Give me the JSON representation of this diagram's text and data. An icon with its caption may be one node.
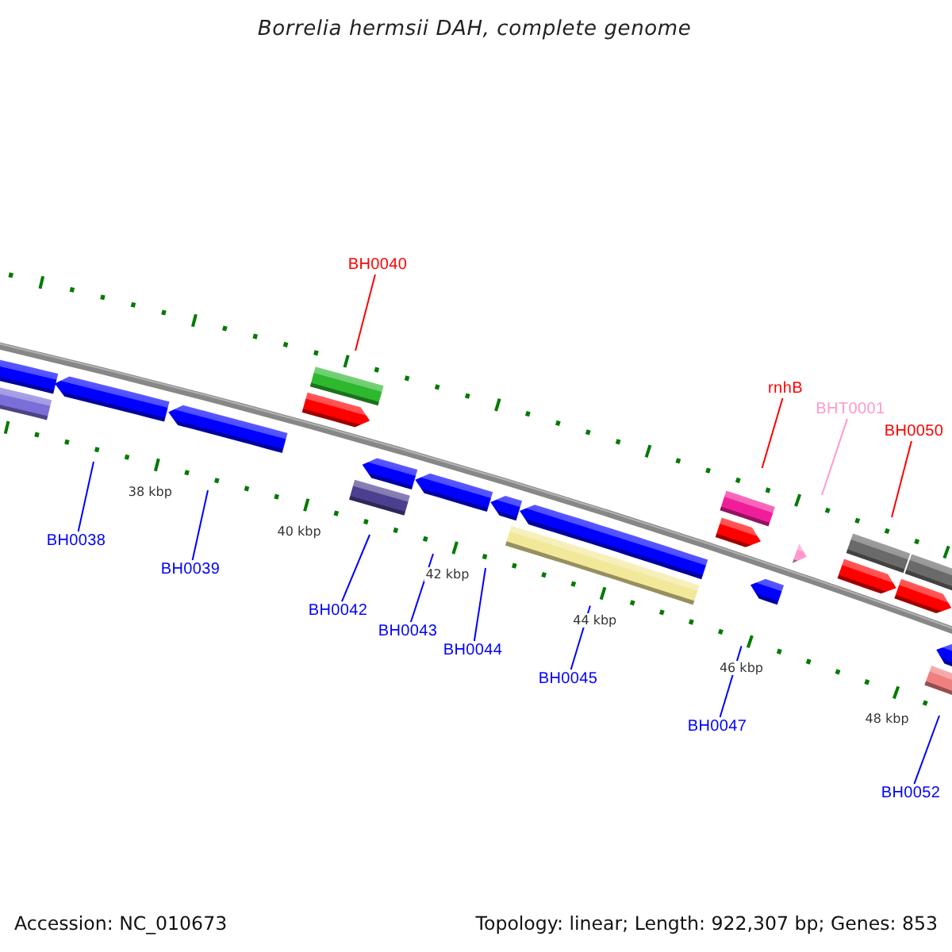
{
  "diagram": {
    "title": "Borrelia hermsii DAH, complete genome",
    "nodes": [
      {
        "text": [
          "BH0040"
        ]
      },
      {
        "text": [
          "rnhB"
        ]
      },
      {
        "text": [
          "BHT0001"
        ]
      },
      {
        "text": [
          "BH0050"
        ]
      },
      {
        "text": [
          "BH0038"
        ]
      },
      {
        "text": [
          "BH0039"
        ]
      },
      {
        "text": [
          "BH0042"
        ]
      },
      {
        "text": [
          "BH0043"
        ]
      },
      {
        "text": [
          "BH0044"
        ]
      },
      {
        "text": [
          "BH0045"
        ]
      },
      {
        "text": [
          "BH0047"
        ]
      },
      {
        "text": [
          "BH0052"
        ]
      },
      {
        "text": [],
        "shape": "bar"
      }
    ],
    "edges": [
      {
        "from": 0,
        "to": null,
        "arrow": "none",
        "color": "#ff0000"
      },
      {
        "from": 1,
        "to": null,
        "arrow": "none",
        "color": "#ff0000"
      },
      {
        "from": 2,
        "to": null,
        "arrow": "none",
        "color": "#ff99cc"
      },
      {
        "from": 3,
        "to": null,
        "arrow": "none",
        "color": "#ff0000"
      },
      {
        "from": 4,
        "to": null,
        "arrow": "none"
      },
      {
        "from": 5,
        "to": null,
        "arrow": "none"
      },
      {
        "from": 6,
        "to": null,
        "arrow": "none"
      },
      {
        "from": 7,
        "to": null,
        "arrow": "none"
      },
      {
        "from": 8,
        "to": null,
        "arrow": "none"
      },
      {
        "from": 9,
        "to": 12,
        "arrow": "none"
      },
      {
        "from": 10,
        "to": null,
        "arrow": "none"
      },
      {
        "from": 11,
        "to": null,
        "arrow": "none"
      }
    ],
    "labels": [
      "38 kbp",
      "40 kbp",
      "42 kbp",
      "44 kbp",
      "46 kbp",
      "48 kbp",
      "Accession: NC_010673",
      "Topology: linear; Length: 922,307 bp; Genes: 853"
    ]
  }
}
